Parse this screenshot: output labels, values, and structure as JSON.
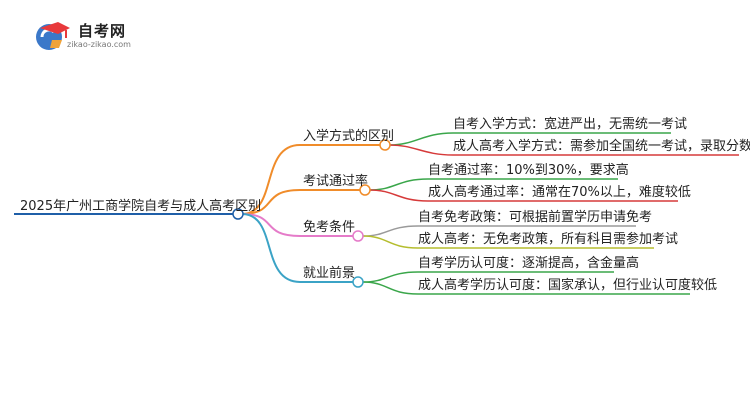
{
  "header": {
    "logo_title": "自考网",
    "logo_subtitle": "zikao-zikao.com",
    "logo_icon": "graduation-cap-icon"
  },
  "mindmap": {
    "root": "2025年广州工商学院自考与成人高考区别",
    "branches": [
      {
        "label": "入学方式的区别",
        "color": "#f08c2a",
        "children": [
          {
            "label": "自考入学方式：宽进严出，无需统一考试",
            "color": "#3aa64a"
          },
          {
            "label": "成人高考入学方式：需参加全国统一考试，录取分数线",
            "color": "#d63a3a"
          }
        ]
      },
      {
        "label": "考试通过率",
        "color": "#f08c2a",
        "children": [
          {
            "label": "自考通过率：10%到30%，要求高",
            "color": "#3aa64a"
          },
          {
            "label": "成人高考通过率：通常在70%以上，难度较低",
            "color": "#d63a3a"
          }
        ]
      },
      {
        "label": "免考条件",
        "color": "#e57bc9",
        "children": [
          {
            "label": "自考免考政策：可根据前置学历申请免考",
            "color": "#9a9a9a"
          },
          {
            "label": "成人高考：无免考政策，所有科目需参加考试",
            "color": "#b5bd2e"
          }
        ]
      },
      {
        "label": "就业前景",
        "color": "#3ba3c6",
        "children": [
          {
            "label": "自考学历认可度：逐渐提高，含金量高",
            "color": "#3aa64a"
          },
          {
            "label": "成人高考学历认可度：国家承认，但行业认可度较低",
            "color": "#3aa64a"
          }
        ]
      }
    ]
  }
}
